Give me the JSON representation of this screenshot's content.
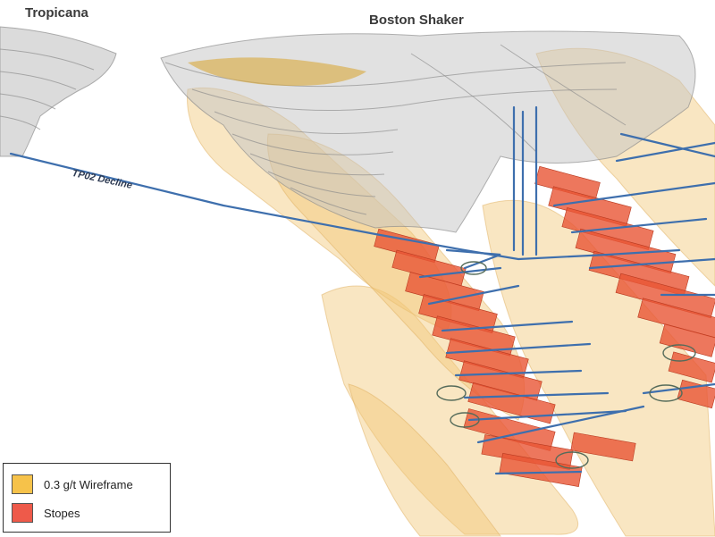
{
  "labels": {
    "pit_left": "Tropicana",
    "pit_right": "Boston Shaker",
    "decline": "TP02 Decline"
  },
  "legend": {
    "items": [
      {
        "label": "0.3 g/t Wireframe",
        "color": "#f6c24a"
      },
      {
        "label": "Stopes",
        "color": "#ee5a4a"
      }
    ]
  },
  "colors": {
    "pit_shell": "#b8b8b8",
    "wireframe": "#f2c878",
    "stope": "#e85535",
    "development": "#3e6fad"
  }
}
